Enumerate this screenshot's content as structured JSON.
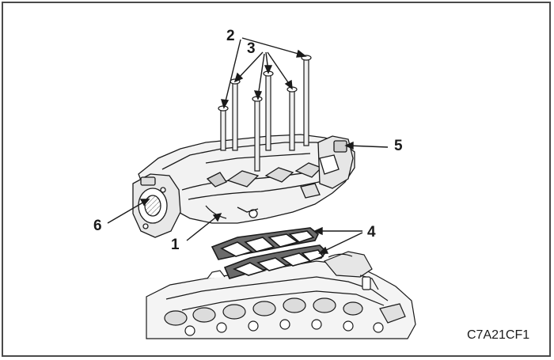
{
  "figure": {
    "code": "C7A21CF1",
    "callouts": [
      {
        "id": "label-1",
        "text": "1"
      },
      {
        "id": "label-2",
        "text": "2"
      },
      {
        "id": "label-3",
        "text": "3"
      },
      {
        "id": "label-4",
        "text": "4"
      },
      {
        "id": "label-5",
        "text": "5"
      },
      {
        "id": "label-6",
        "text": "6"
      }
    ]
  },
  "colors": {
    "frame": "#4a4a4a",
    "line": "#1a1a1a",
    "part_fill": "#f2f2f2",
    "shade": "#bdbdbd"
  }
}
